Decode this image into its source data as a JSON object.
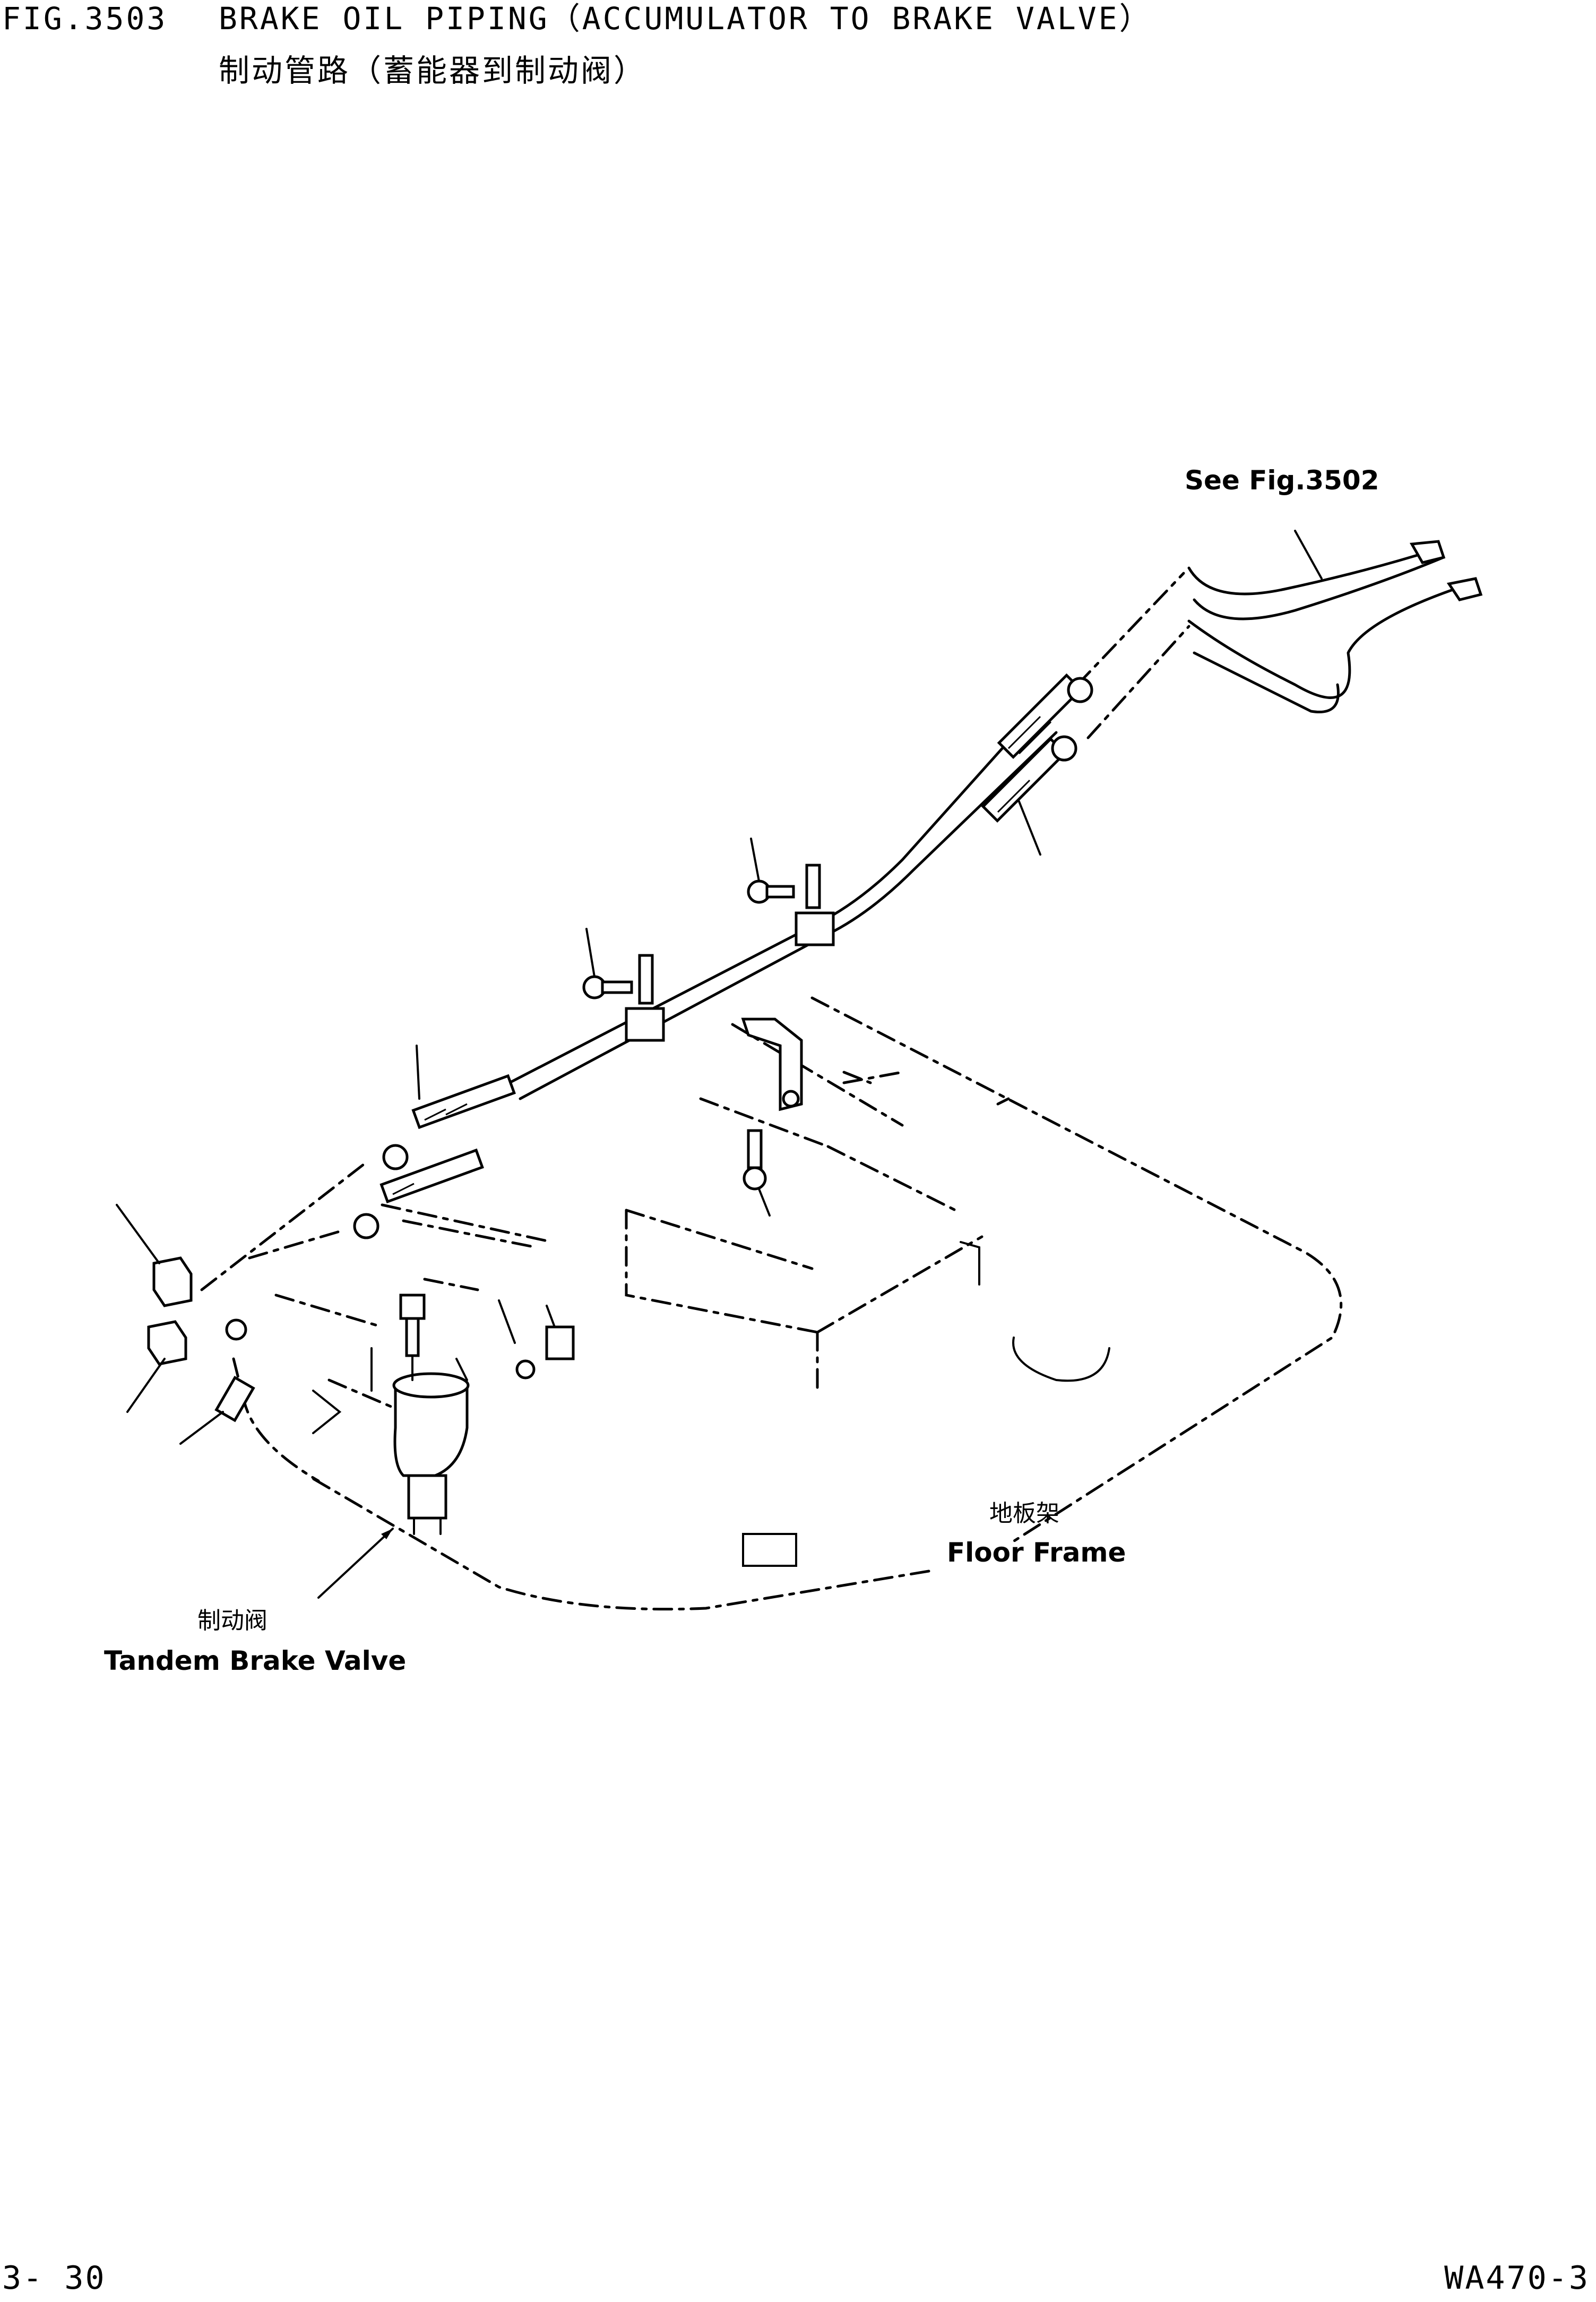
{
  "header": {
    "fig_number": "FIG.3503",
    "title_en": "BRAKE OIL PIPING（ACCUMULATOR TO BRAKE VALVE）",
    "title_zh": "制动管路（蓄能器到制动阀）"
  },
  "callouts": {
    "see_fig": "See Fig.3502",
    "floor_frame_zh": "地板架",
    "floor_frame_en": "Floor Frame",
    "brake_valve_zh": "制动阀",
    "brake_valve_en": "Tandem Brake Valve"
  },
  "footer": {
    "page_number": "3- 30",
    "model_code": "WA470-3"
  }
}
